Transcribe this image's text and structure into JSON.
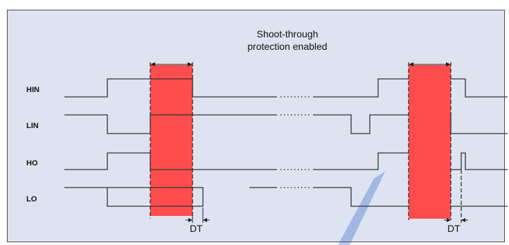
{
  "title_line1": "Shoot-through",
  "title_line2": "protection enabled",
  "signals": {
    "hin": "HIN",
    "lin": "LIN",
    "ho": "HO",
    "lo": "LO"
  },
  "dt_label_1": "DT",
  "dt_label_2": "DT",
  "colors": {
    "background": "#dde3f0",
    "shoot_through_band": "#ff4d4d",
    "trace": "#333333",
    "watermark": "#3366cc"
  },
  "icons": [
    "ellipsis-break",
    "dimension-arrow"
  ]
}
